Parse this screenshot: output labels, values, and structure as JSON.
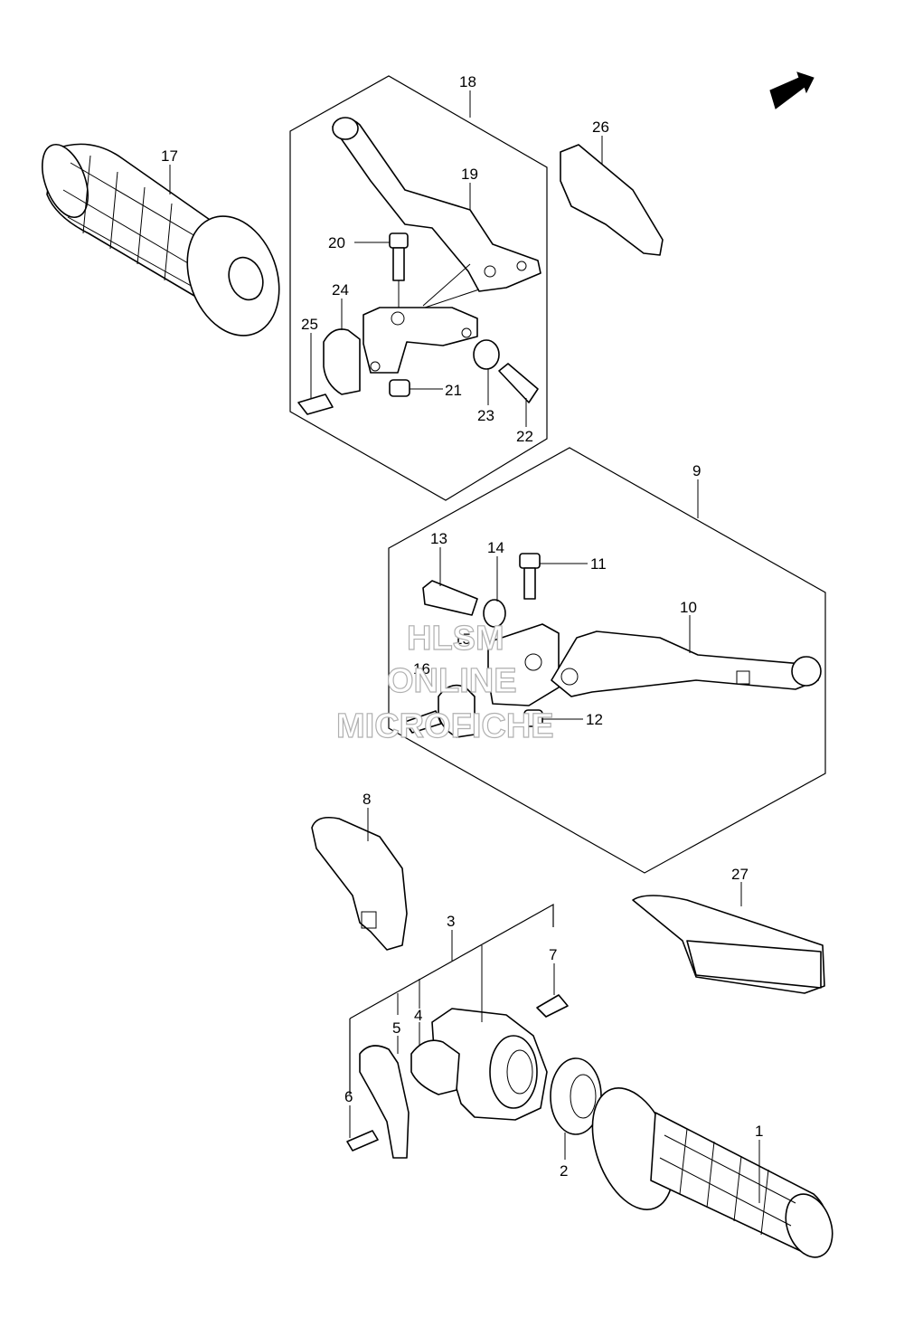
{
  "badge": {
    "text": "FWD"
  },
  "watermark": {
    "line1": "HLSM",
    "line2": "ONLINE",
    "line3": "MICROFICHE"
  },
  "callouts": {
    "c1": "1",
    "c2": "2",
    "c3": "3",
    "c4": "4",
    "c5": "5",
    "c6": "6",
    "c7": "7",
    "c8": "8",
    "c9": "9",
    "c10": "10",
    "c11": "11",
    "c12": "12",
    "c13": "13",
    "c14": "14",
    "c15": "15",
    "c16": "16",
    "c17": "17",
    "c18": "18",
    "c19": "19",
    "c20": "20",
    "c21": "21",
    "c22": "22",
    "c23": "23",
    "c24": "24",
    "c25": "25",
    "c26": "26",
    "c27": "27"
  }
}
